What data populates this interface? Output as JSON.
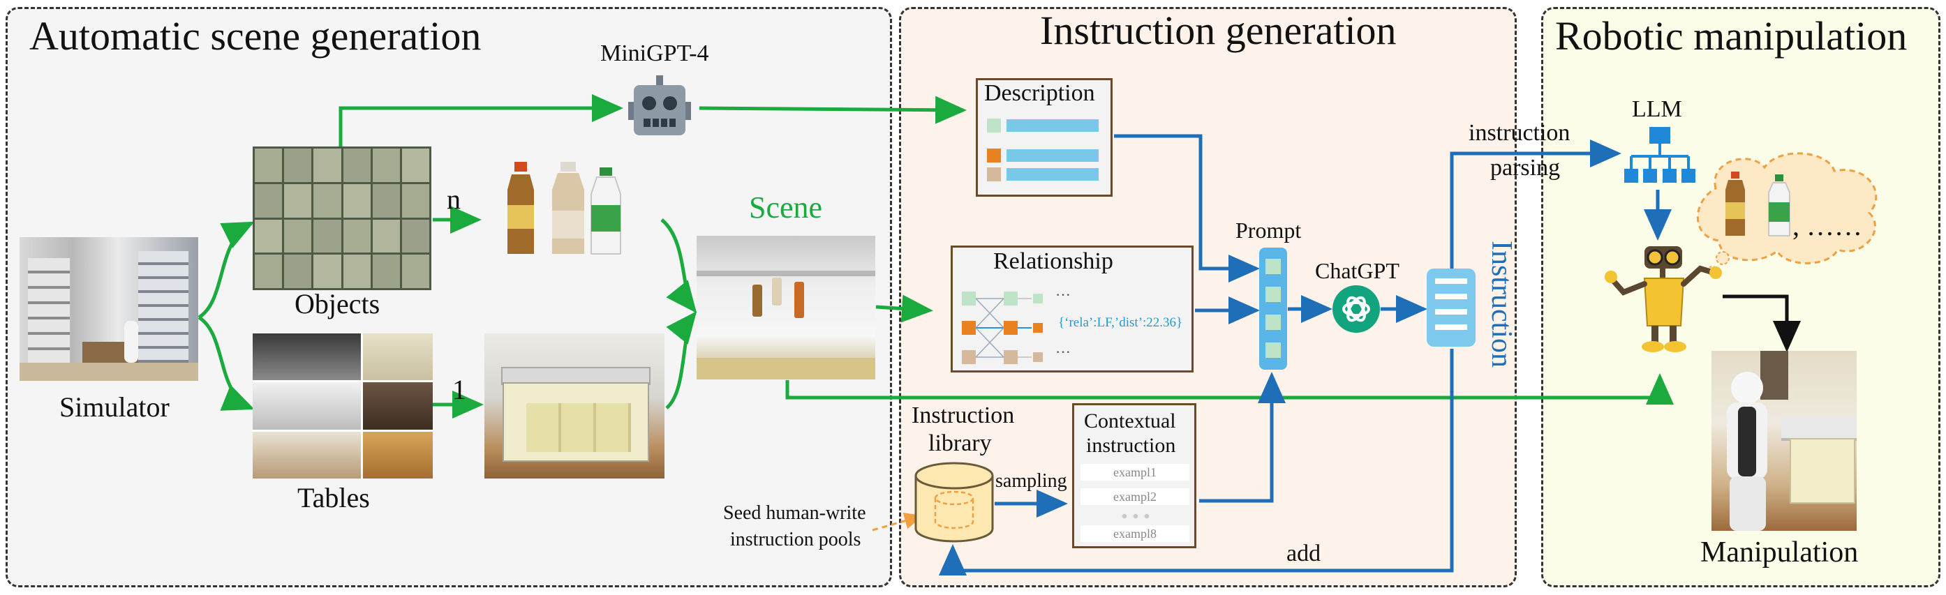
{
  "panels": {
    "scene_title": "Automatic scene generation",
    "instruction_title": "Instruction generation",
    "robot_title": "Robotic manipulation"
  },
  "labels": {
    "minigpt": "MiniGPT-4",
    "objects": "Objects",
    "tables": "Tables",
    "simulator": "Simulator",
    "n": "n",
    "one": "1",
    "scene": "Scene",
    "description": "Description",
    "relationship": "Relationship",
    "relation_code": "{‘rela’:LF,’dist’:22.36}",
    "dots": "···",
    "prompt": "Prompt",
    "chatgpt": "ChatGPT",
    "instruction_vertical": "Instruction",
    "instruction_parsing_1": "instruction",
    "instruction_parsing_2": "parsing",
    "llm": "LLM",
    "manipulation": "Manipulation",
    "instruction_library_1": "Instruction",
    "instruction_library_2": "library",
    "sampling": "sampling",
    "contextual_1": "Contextual",
    "contextual_2": "instruction",
    "exampl1": "exampl1",
    "exampl2": "exampl2",
    "exampl8": "exampl8",
    "seed_1": "Seed human-write",
    "seed_2": "instruction pools",
    "add": "add",
    "thought_dots": ", ……"
  },
  "colors": {
    "green_arrow": "#1aaa3e",
    "blue_arrow": "#1f6fb8",
    "scene_text": "#1aaa3e",
    "instruction_text": "#1f6fb8",
    "panel1_bg": "#f5f5f5",
    "panel2_bg": "#fdf3ea",
    "panel3_bg": "#fbfde8"
  }
}
